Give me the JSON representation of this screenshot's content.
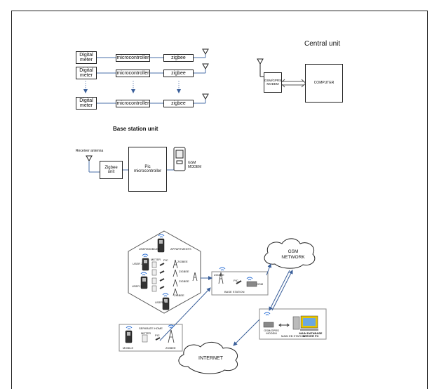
{
  "meter_rows": [
    {
      "meter": "Digital meter",
      "mcu": "microcontroller",
      "radio": "zigbee"
    },
    {
      "meter": "Digital meter",
      "mcu": "microcontroller",
      "radio": "zigbee"
    },
    {
      "meter": "Digital meter",
      "mcu": "microcontroller",
      "radio": "zigbee"
    }
  ],
  "central": {
    "title": "Central unit",
    "modem": "GSM/GPRS MODEM",
    "computer": "COMPUTER"
  },
  "base_station_unit": {
    "title": "Base station unit",
    "receiver": "Receiver antenna",
    "zigbee": "Zigbee unit",
    "pic": "Pic microcontroller",
    "gsm": "GSM MODEM"
  },
  "network": {
    "apartments": "APPARTMENTS",
    "user_mobile1": "USER/MOBILE1",
    "user2": "USER 2",
    "user3": "USER 3",
    "user4": "USER 4",
    "meter": "METER",
    "pic": "PIC",
    "zigbee": "ZIGBEE",
    "base_station": "BASE STATION",
    "gsm": "GSM",
    "gsm_network": "GSM NETWORK",
    "internet": "INTERNET",
    "separate_homes": "SEPARATE HOME",
    "mobile": "MOBILE",
    "gsm_gprs_modem": "GSM/GPRS MODEM",
    "main_eb_station": "MAIN EB STATION",
    "main_database": "MAIN DATABASE SERVER PC"
  }
}
